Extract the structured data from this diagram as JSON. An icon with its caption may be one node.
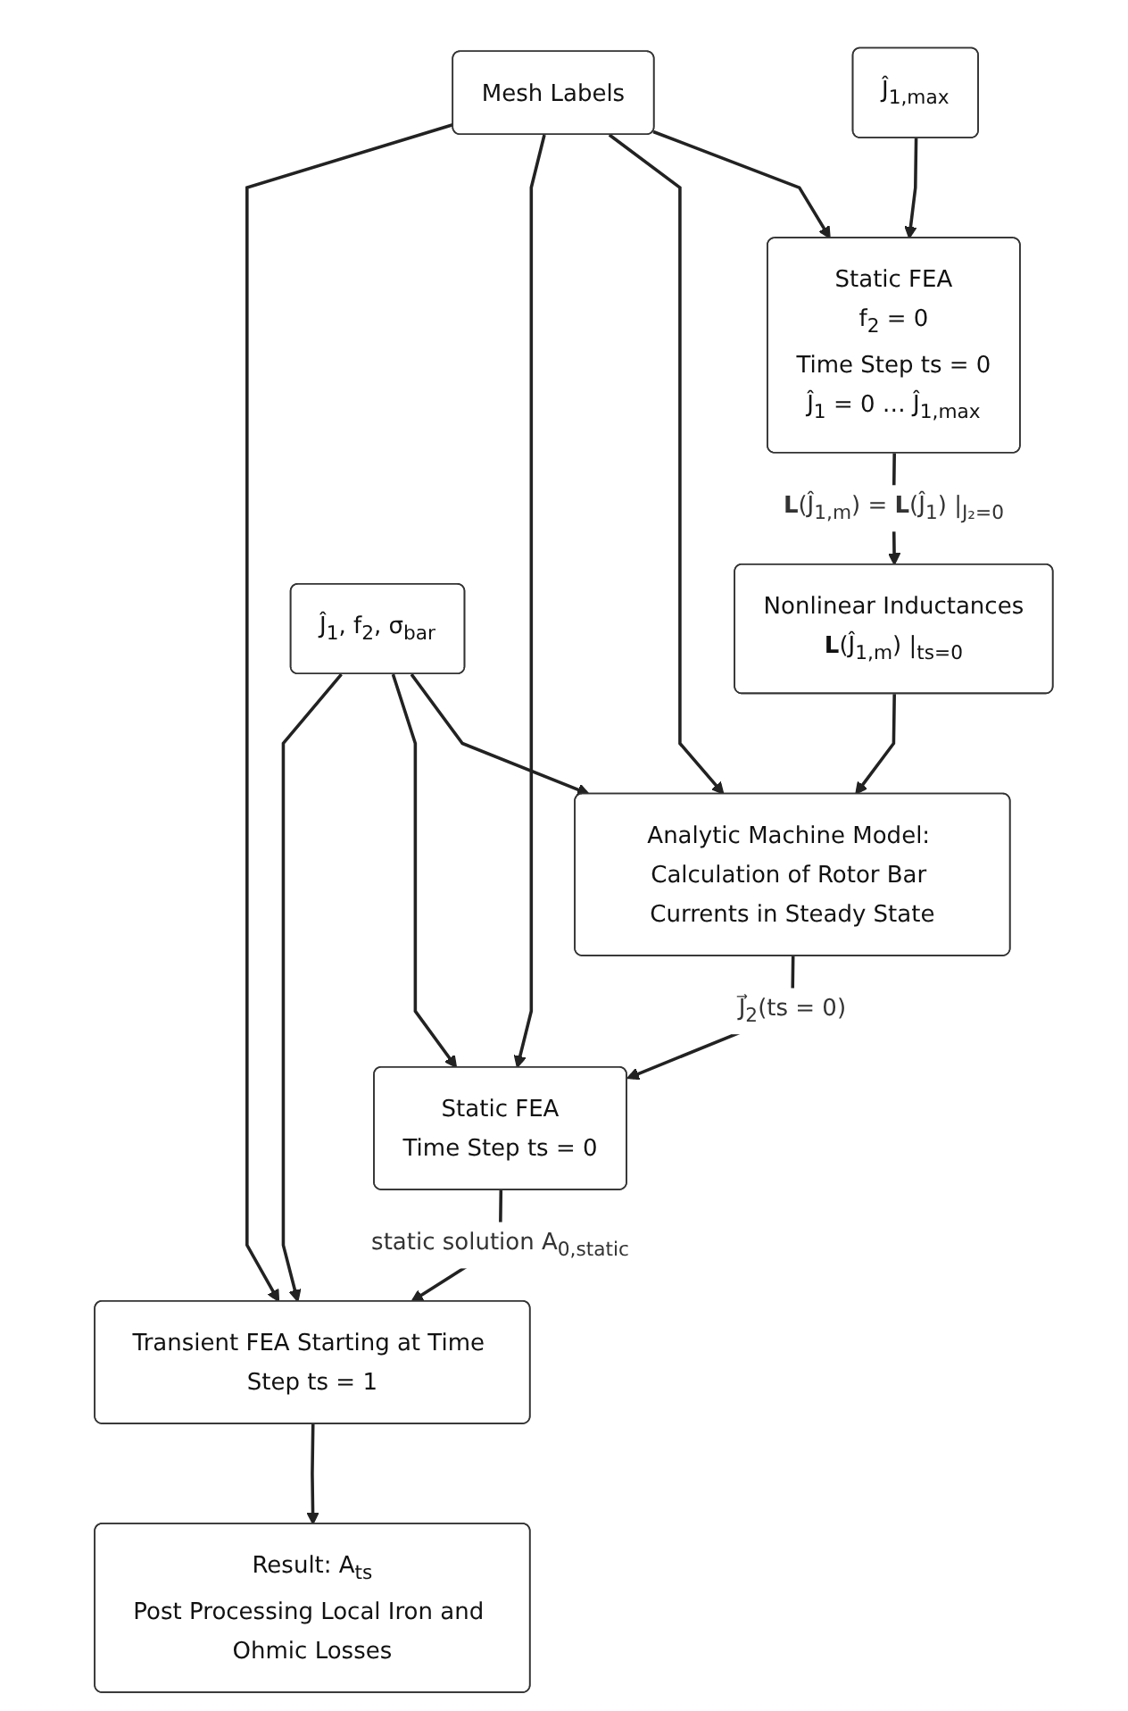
{
  "diagram": {
    "nodes": [
      {
        "text": [
          "Ĵ$_{1,max}$"
        ]
      },
      {
        "text": [
          "Static FEA",
          "f$_{2}$ = 0",
          "Time Step ts = 0",
          "Ĵ$_{1}$ = 0 … Ĵ$_{1,max}$"
        ]
      },
      {
        "text": [
          "Nonlinear Inductances",
          "**L**(Ĵ$_{1,m}$) |$_{ts=0}$"
        ]
      },
      {
        "text": [
          "Ĵ$_{1}$, f$_{2}$, σ$_{bar}$"
        ]
      },
      {
        "text": [
          "Analytic Machine Model: Calculation of Rotor Bar Currents in Steady State"
        ]
      },
      {
        "text": [
          "Mesh Labels"
        ]
      },
      {
        "text": [
          "Static FEA",
          "Time Step ts = 0"
        ]
      },
      {
        "text": [
          "Transient FEA Starting at Time Step ts = 1"
        ]
      },
      {
        "text": [
          "Result: A$_{ts}$",
          "Post Processing Local Iron and Ohmic Losses"
        ]
      }
    ],
    "edges": [
      {
        "from": 0,
        "to": 1,
        "arrow": "to"
      },
      {
        "from": 5,
        "to": 1,
        "arrow": "to"
      },
      {
        "from": 1,
        "to": 2,
        "arrow": "to",
        "label": "**L**(Ĵ$_{1,m}$) = **L**(Ĵ$_{1}$) |$_{J₂=0}$"
      },
      {
        "from": 2,
        "to": 4,
        "arrow": "to"
      },
      {
        "from": 3,
        "to": 4,
        "arrow": "to"
      },
      {
        "from": 5,
        "to": 4,
        "arrow": "to"
      },
      {
        "from": 4,
        "to": 6,
        "arrow": "to",
        "label": "J⃗$_{2}$(ts = 0)"
      },
      {
        "from": 3,
        "to": 6,
        "arrow": "to"
      },
      {
        "from": 5,
        "to": 6,
        "arrow": "to"
      },
      {
        "from": 6,
        "to": 7,
        "arrow": "to",
        "label": "static solution A$_{0,static}$"
      },
      {
        "from": 3,
        "to": 7,
        "arrow": "to"
      },
      {
        "from": 5,
        "to": 7,
        "arrow": "to"
      },
      {
        "from": 7,
        "to": 8,
        "arrow": "to"
      }
    ]
  }
}
